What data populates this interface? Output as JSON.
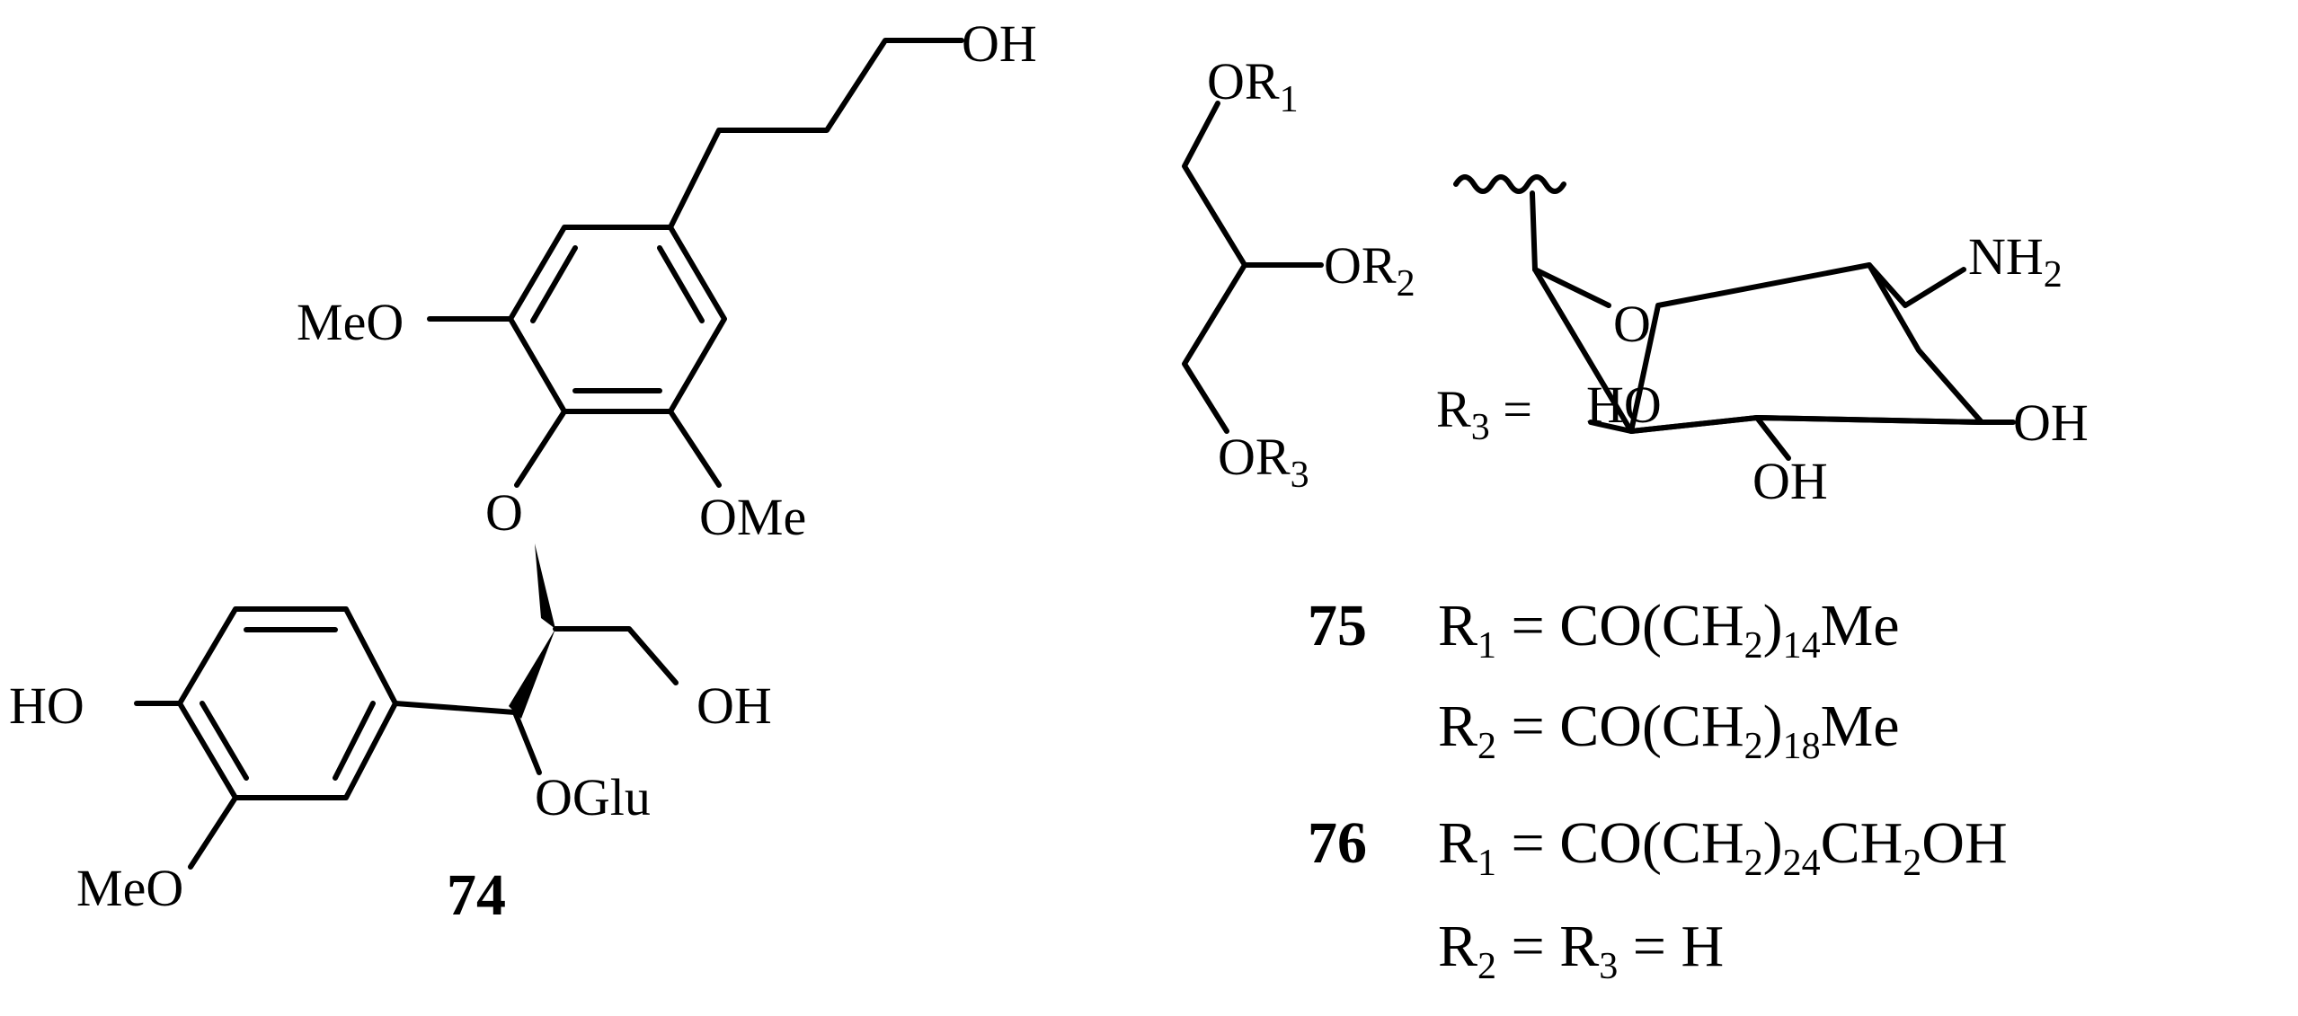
{
  "figure_labels": {
    "c74_number": "74",
    "c75_number": "75",
    "c76_number": "76"
  },
  "compound_74": {
    "oh_top": "OH",
    "meo_upper": "MeO",
    "ome_lower": "OMe",
    "ring_o": "O",
    "ho_left": "HO",
    "oh_chain": "OH",
    "oglu": "OGlu",
    "meo_bottom": "MeO"
  },
  "glycerol": {
    "or1_o": "OR",
    "or1_sub": "1",
    "or2_o": "OR",
    "or2_sub": "2",
    "or3_o": "OR",
    "or3_sub": "3"
  },
  "sugar": {
    "r3_label": "R",
    "r3_sub": "3",
    "equals": " =",
    "ring_o": "O",
    "nh_label": "NH",
    "nh_sub": "2",
    "ho_left": "HO",
    "oh_bottom": "OH",
    "oh_right": "OH"
  },
  "compound_75": {
    "r1": {
      "p1": "R",
      "s1": "1",
      "p2": " = CO(CH",
      "s2": "2",
      "p3": ")",
      "s3": "14",
      "p4": "Me"
    },
    "r2": {
      "p1": "R",
      "s1": "2",
      "p2": " = CO(CH",
      "s2": "2",
      "p3": ")",
      "s3": "18",
      "p4": "Me"
    }
  },
  "compound_76": {
    "r1": {
      "p1": "R",
      "s1": "1",
      "p2": " = CO(CH",
      "s2": "2",
      "p3": ")",
      "s3": "24",
      "p4": "CH",
      "s4": "2",
      "p5": "OH"
    },
    "r2": {
      "p1": "R",
      "s1": "2",
      "p2": " = R",
      "s2": "3",
      "p3": " = H"
    }
  }
}
